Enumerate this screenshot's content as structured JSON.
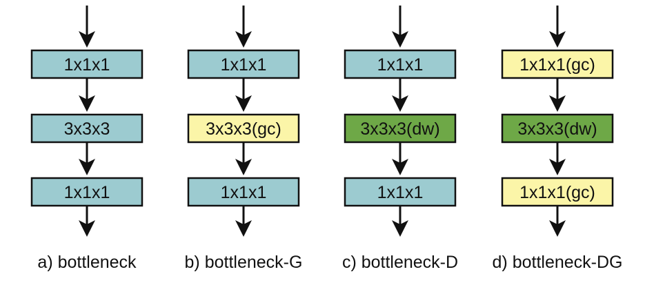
{
  "colors": {
    "standard": "#9ccbd0",
    "group_conv": "#fbf5a8",
    "depthwise": "#6ea847",
    "stroke": "#111111"
  },
  "columns": [
    {
      "caption": "a) bottleneck",
      "blocks": [
        {
          "label": "1x1x1",
          "kind": "standard"
        },
        {
          "label": "3x3x3",
          "kind": "standard"
        },
        {
          "label": "1x1x1",
          "kind": "standard"
        }
      ]
    },
    {
      "caption": "b) bottleneck-G",
      "blocks": [
        {
          "label": "1x1x1",
          "kind": "standard"
        },
        {
          "label": "3x3x3(gc)",
          "kind": "group_conv"
        },
        {
          "label": "1x1x1",
          "kind": "standard"
        }
      ]
    },
    {
      "caption": "c) bottleneck-D",
      "blocks": [
        {
          "label": "1x1x1",
          "kind": "standard"
        },
        {
          "label": "3x3x3(dw)",
          "kind": "depthwise"
        },
        {
          "label": "1x1x1",
          "kind": "standard"
        }
      ]
    },
    {
      "caption": "d) bottleneck-DG",
      "blocks": [
        {
          "label": "1x1x1(gc)",
          "kind": "group_conv"
        },
        {
          "label": "3x3x3(dw)",
          "kind": "depthwise"
        },
        {
          "label": "1x1x1(gc)",
          "kind": "group_conv"
        }
      ]
    }
  ]
}
